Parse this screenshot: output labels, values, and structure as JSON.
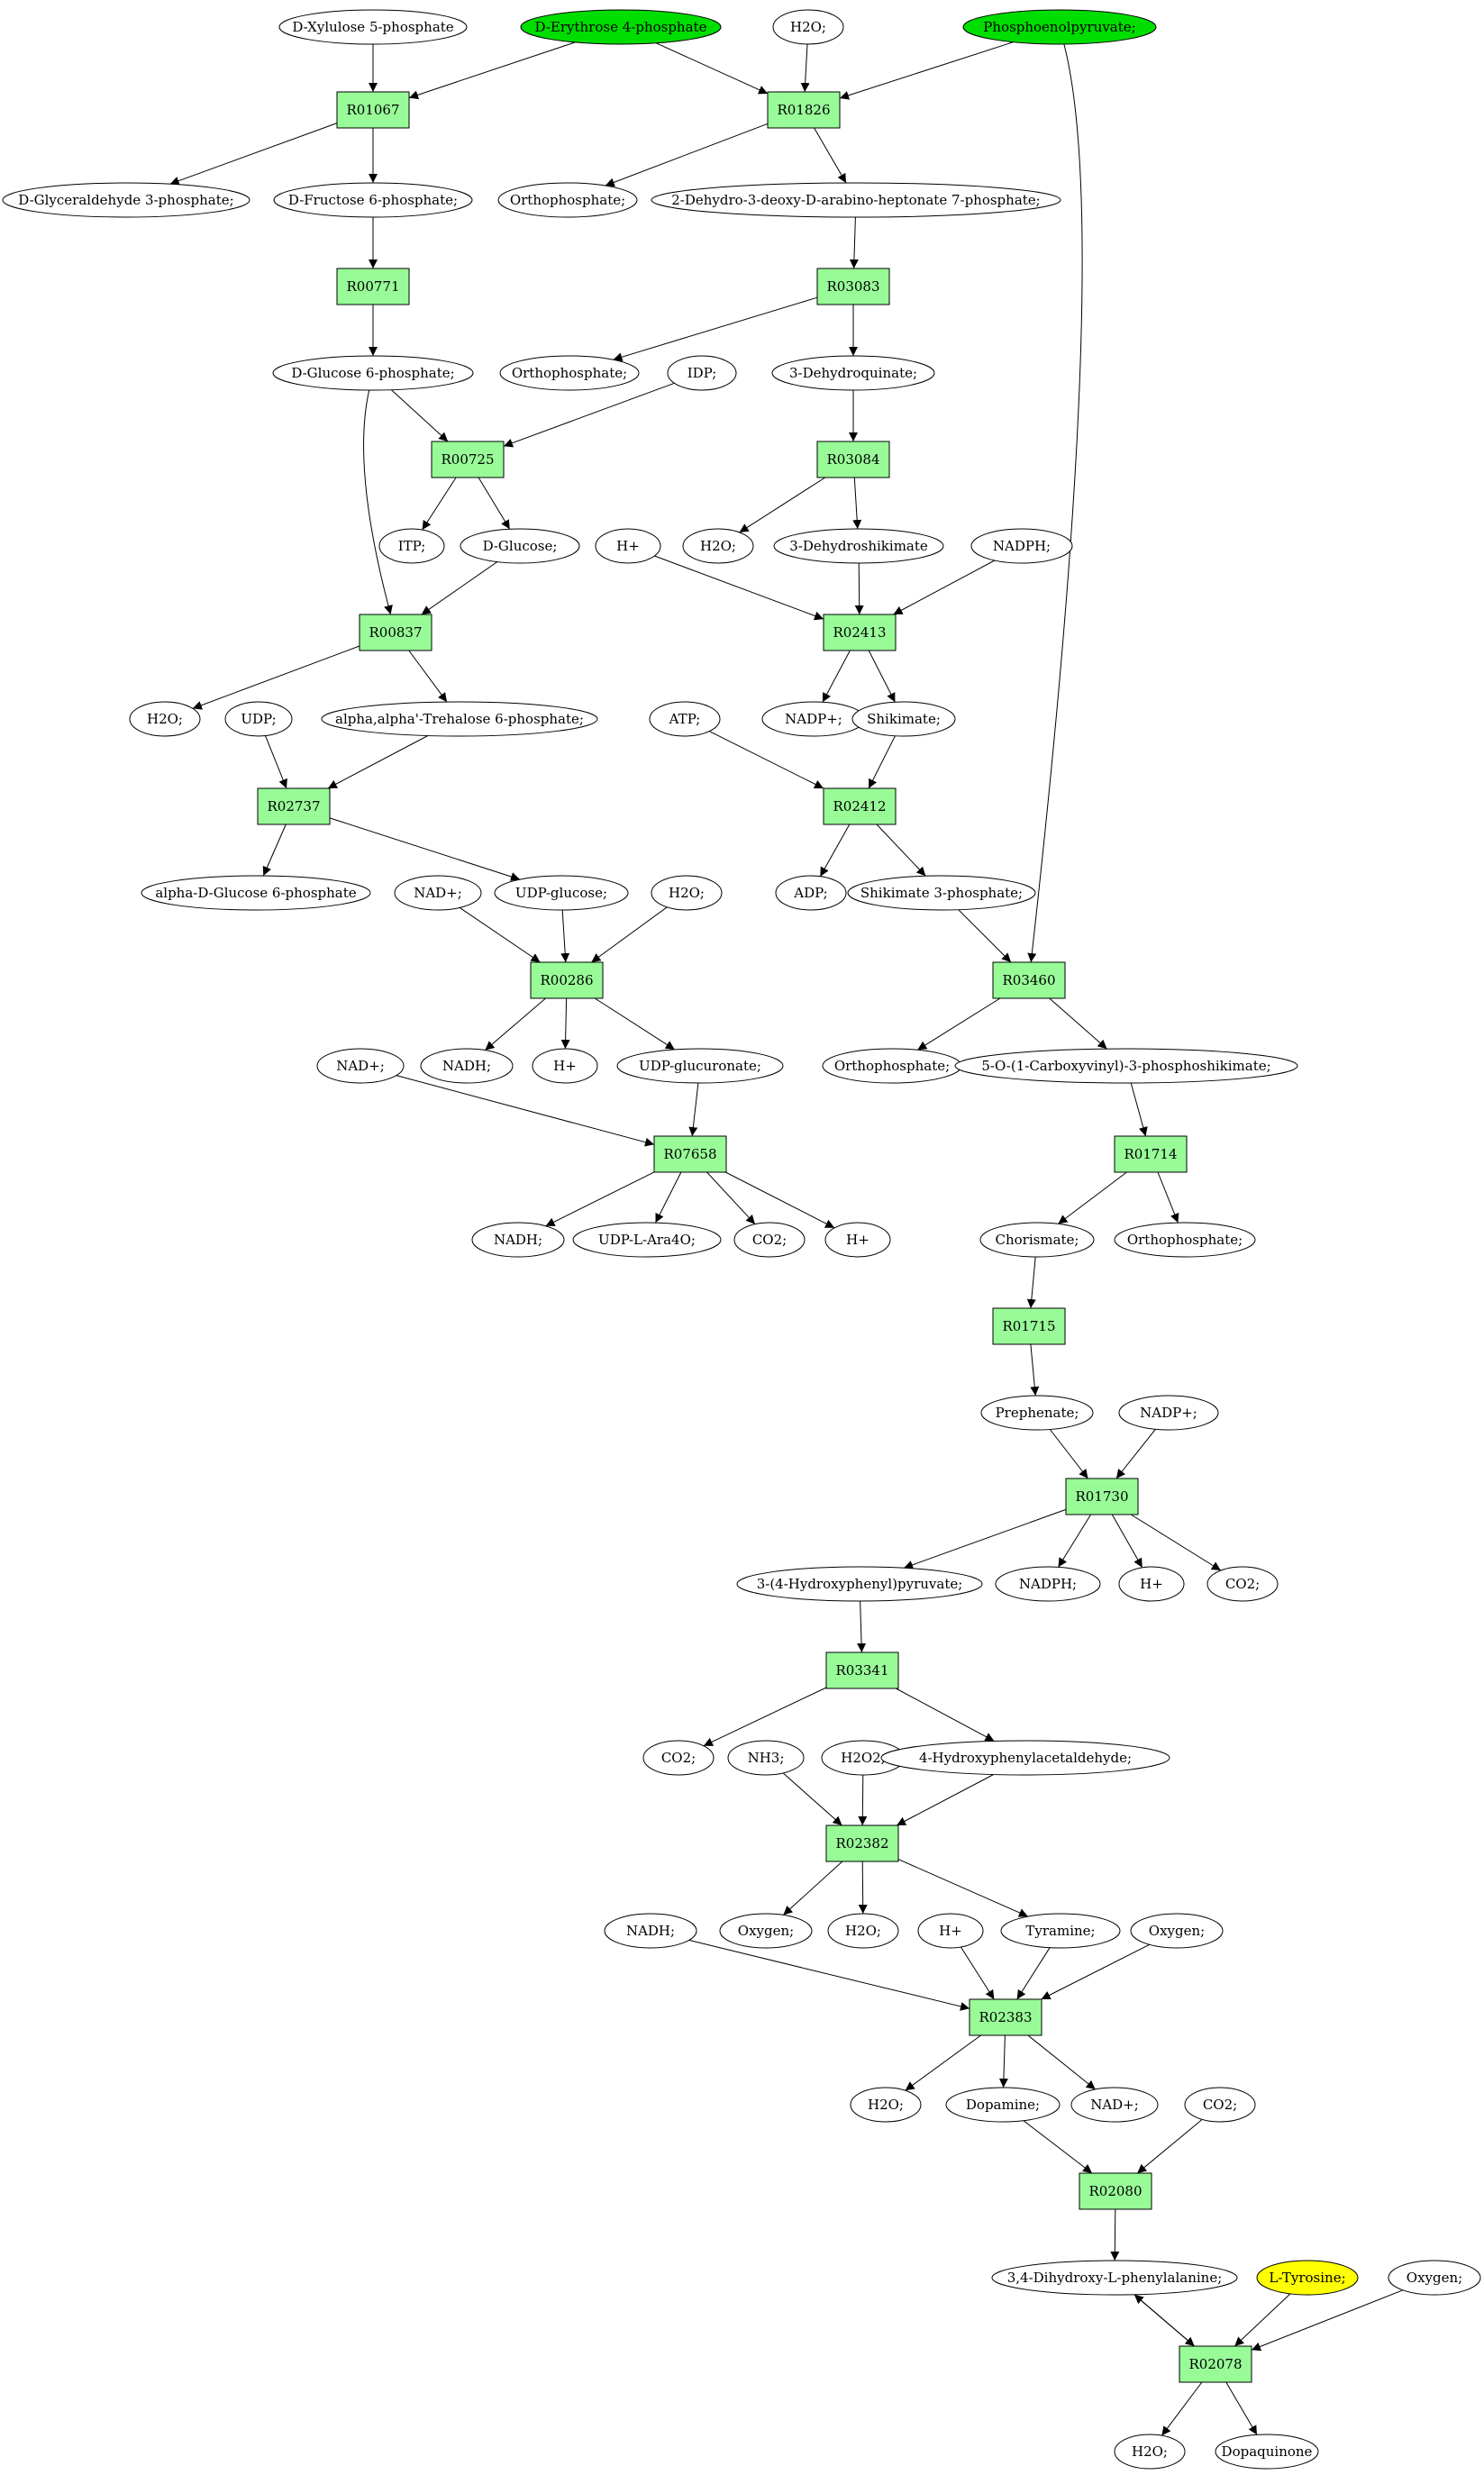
{
  "colors": {
    "reaction_fill": "#98fb98",
    "compound_fill": "#ffffff",
    "start_fill": "#00dd00",
    "target_fill": "#ffff00",
    "stroke": "#000000"
  },
  "reactions": [
    {
      "id": "r01067",
      "label": "R01067"
    },
    {
      "id": "r01826",
      "label": "R01826"
    },
    {
      "id": "r00771",
      "label": "R00771"
    },
    {
      "id": "r03083",
      "label": "R03083"
    },
    {
      "id": "r00725",
      "label": "R00725"
    },
    {
      "id": "r03084",
      "label": "R03084"
    },
    {
      "id": "r00837",
      "label": "R00837"
    },
    {
      "id": "r02413",
      "label": "R02413"
    },
    {
      "id": "r02737",
      "label": "R02737"
    },
    {
      "id": "r02412",
      "label": "R02412"
    },
    {
      "id": "r00286",
      "label": "R00286"
    },
    {
      "id": "r03460",
      "label": "R03460"
    },
    {
      "id": "r07658",
      "label": "R07658"
    },
    {
      "id": "r01714",
      "label": "R01714"
    },
    {
      "id": "r01715",
      "label": "R01715"
    },
    {
      "id": "r01730",
      "label": "R01730"
    },
    {
      "id": "r03341",
      "label": "R03341"
    },
    {
      "id": "r02382",
      "label": "R02382"
    },
    {
      "id": "r02383",
      "label": "R02383"
    },
    {
      "id": "r02080",
      "label": "R02080"
    },
    {
      "id": "r02078",
      "label": "R02078"
    }
  ],
  "compounds": [
    {
      "id": "xyl5p",
      "label": "D-Xylulose 5-phosphate"
    },
    {
      "id": "ery4p",
      "label": "D-Erythrose 4-phosphate",
      "role": "start"
    },
    {
      "id": "h2o_a",
      "label": "H2O;"
    },
    {
      "id": "pep",
      "label": "Phosphoenolpyruvate;",
      "role": "start"
    },
    {
      "id": "g3p",
      "label": "D-Glyceraldehyde 3-phosphate;"
    },
    {
      "id": "f6p",
      "label": "D-Fructose 6-phosphate;"
    },
    {
      "id": "pi_a",
      "label": "Orthophosphate;"
    },
    {
      "id": "dahp",
      "label": "2-Dehydro-3-deoxy-D-arabino-heptonate 7-phosphate;"
    },
    {
      "id": "g6p",
      "label": "D-Glucose 6-phosphate;"
    },
    {
      "id": "pi_b",
      "label": "Orthophosphate;"
    },
    {
      "id": "idp",
      "label": "IDP;"
    },
    {
      "id": "dhq",
      "label": "3-Dehydroquinate;"
    },
    {
      "id": "itp",
      "label": "ITP;"
    },
    {
      "id": "glc",
      "label": "D-Glucose;"
    },
    {
      "id": "hplus_a",
      "label": "H+"
    },
    {
      "id": "h2o_b",
      "label": "H2O;"
    },
    {
      "id": "dhs",
      "label": "3-Dehydroshikimate"
    },
    {
      "id": "nadph_a",
      "label": "NADPH;"
    },
    {
      "id": "h2o_c",
      "label": "H2O;"
    },
    {
      "id": "udp",
      "label": "UDP;"
    },
    {
      "id": "t6p",
      "label": "alpha,alpha'-Trehalose 6-phosphate;"
    },
    {
      "id": "nadp_a",
      "label": "NADP+;"
    },
    {
      "id": "shik",
      "label": "Shikimate;"
    },
    {
      "id": "atp",
      "label": "ATP;"
    },
    {
      "id": "ag6p",
      "label": "alpha-D-Glucose 6-phosphate"
    },
    {
      "id": "nad_a",
      "label": "NAD+;"
    },
    {
      "id": "udpg",
      "label": "UDP-glucose;"
    },
    {
      "id": "h2o_d",
      "label": "H2O;"
    },
    {
      "id": "adp",
      "label": "ADP;"
    },
    {
      "id": "s3p",
      "label": "Shikimate 3-phosphate;"
    },
    {
      "id": "nad_b",
      "label": "NAD+;"
    },
    {
      "id": "nadh_a",
      "label": "NADH;"
    },
    {
      "id": "hplus_b",
      "label": "H+"
    },
    {
      "id": "udpga",
      "label": "UDP-glucuronate;"
    },
    {
      "id": "pi_c",
      "label": "Orthophosphate;"
    },
    {
      "id": "epsp",
      "label": "5-O-(1-Carboxyvinyl)-3-phosphoshikimate;"
    },
    {
      "id": "nadh_b",
      "label": "NADH;"
    },
    {
      "id": "udpara",
      "label": "UDP-L-Ara4O;"
    },
    {
      "id": "co2_a",
      "label": "CO2;"
    },
    {
      "id": "hplus_c",
      "label": "H+"
    },
    {
      "id": "chor",
      "label": "Chorismate;"
    },
    {
      "id": "pi_d",
      "label": "Orthophosphate;"
    },
    {
      "id": "preph",
      "label": "Prephenate;"
    },
    {
      "id": "nadp_b",
      "label": "NADP+;"
    },
    {
      "id": "hpp",
      "label": "3-(4-Hydroxyphenyl)pyruvate;"
    },
    {
      "id": "nadph_b",
      "label": "NADPH;"
    },
    {
      "id": "hplus_d",
      "label": "H+"
    },
    {
      "id": "co2_b",
      "label": "CO2;"
    },
    {
      "id": "co2_c",
      "label": "CO2;"
    },
    {
      "id": "nh3",
      "label": "NH3;"
    },
    {
      "id": "h2o2",
      "label": "H2O2;"
    },
    {
      "id": "hpaa",
      "label": "4-Hydroxyphenylacetaldehyde;"
    },
    {
      "id": "nadh_c",
      "label": "NADH;"
    },
    {
      "id": "oxy_a",
      "label": "Oxygen;"
    },
    {
      "id": "h2o_e",
      "label": "H2O;"
    },
    {
      "id": "hplus_e",
      "label": "H+"
    },
    {
      "id": "tyra",
      "label": "Tyramine;"
    },
    {
      "id": "oxy_b",
      "label": "Oxygen;"
    },
    {
      "id": "h2o_f",
      "label": "H2O;"
    },
    {
      "id": "dopa_amine",
      "label": "Dopamine;"
    },
    {
      "id": "nad_c",
      "label": "NAD+;"
    },
    {
      "id": "co2_d",
      "label": "CO2;"
    },
    {
      "id": "ldopa",
      "label": "3,4-Dihydroxy-L-phenylalanine;"
    },
    {
      "id": "ltyr",
      "label": "L-Tyrosine;",
      "role": "target"
    },
    {
      "id": "oxy_c",
      "label": "Oxygen;"
    },
    {
      "id": "h2o_g",
      "label": "H2O;"
    },
    {
      "id": "dq",
      "label": "Dopaquinone"
    }
  ]
}
